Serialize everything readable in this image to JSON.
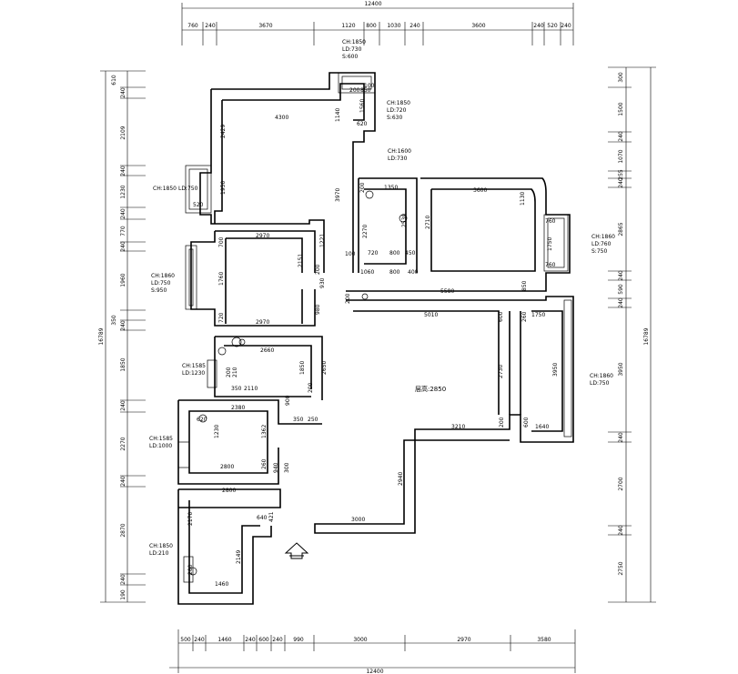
{
  "dims": {
    "top_total": "12400",
    "bottom_total": "12400",
    "left_total": "16789",
    "right_total": "16789",
    "top_segments": [
      "760",
      "240",
      "3670",
      "1120",
      "800",
      "1030",
      "240",
      "3600",
      "240",
      "520",
      "240"
    ],
    "bottom_segments": [
      "500",
      "240",
      "1460",
      "240",
      "600",
      "240",
      "990",
      "3000",
      "2970",
      "3580"
    ],
    "left_segments": [
      "610",
      "240",
      "2109",
      "240",
      "1230",
      "240",
      "770",
      "240",
      "1960",
      "350",
      "240",
      "1850",
      "240",
      "2270",
      "240",
      "2870",
      "240",
      "190"
    ],
    "right_segments": [
      "300",
      "1500",
      "240",
      "1070",
      "255",
      "240",
      "2865",
      "240",
      "590",
      "240",
      "3950",
      "240",
      "2700",
      "240",
      "2750"
    ]
  },
  "notes": [
    {
      "lines": [
        "CH:1850",
        "LD:730",
        "S:600"
      ]
    },
    {
      "lines": [
        "CH:1850",
        "LD:720",
        "S:630"
      ]
    },
    {
      "lines": [
        "CH:1600",
        "LD:730"
      ]
    },
    {
      "lines": [
        "CH:1850",
        "LD:750"
      ]
    },
    {
      "lines": [
        "CH:1860",
        "LD:760",
        "S:750"
      ]
    },
    {
      "lines": [
        "CH:1860",
        "LD:750",
        "S:950"
      ]
    },
    {
      "lines": [
        "CH:1585",
        "LD:1230"
      ]
    },
    {
      "lines": [
        "CH:1860",
        "LD:750"
      ]
    },
    {
      "lines": [
        "CH:1585",
        "LD:1000"
      ]
    },
    {
      "lines": [
        "CH:1850",
        "LD:210"
      ]
    }
  ],
  "room_label": "层高:2850",
  "room_dims": [
    "4300",
    "2429",
    "1950",
    "1140",
    "3970",
    "620",
    "1560",
    "850",
    "200",
    "100",
    "2970",
    "700",
    "1760",
    "2151",
    "1221",
    "200",
    "930",
    "720",
    "2970",
    "980",
    "2660",
    "1850",
    "2650",
    "200",
    "210",
    "2110",
    "350",
    "200",
    "2380",
    "900",
    "350",
    "250",
    "620",
    "1230",
    "1362",
    "2800",
    "260",
    "300",
    "940",
    "2800",
    "2170",
    "640",
    "421",
    "2149",
    "1460",
    "200",
    "1350",
    "720",
    "800",
    "2270",
    "2530",
    "450",
    "1060",
    "800",
    "400",
    "2710",
    "3600",
    "1130",
    "1750",
    "760",
    "760",
    "850",
    "5580",
    "200",
    "5010",
    "600",
    "1750",
    "260",
    "2730",
    "3950",
    "3210",
    "200",
    "600",
    "1640",
    "2940",
    "3000",
    "520",
    "100",
    "200"
  ]
}
